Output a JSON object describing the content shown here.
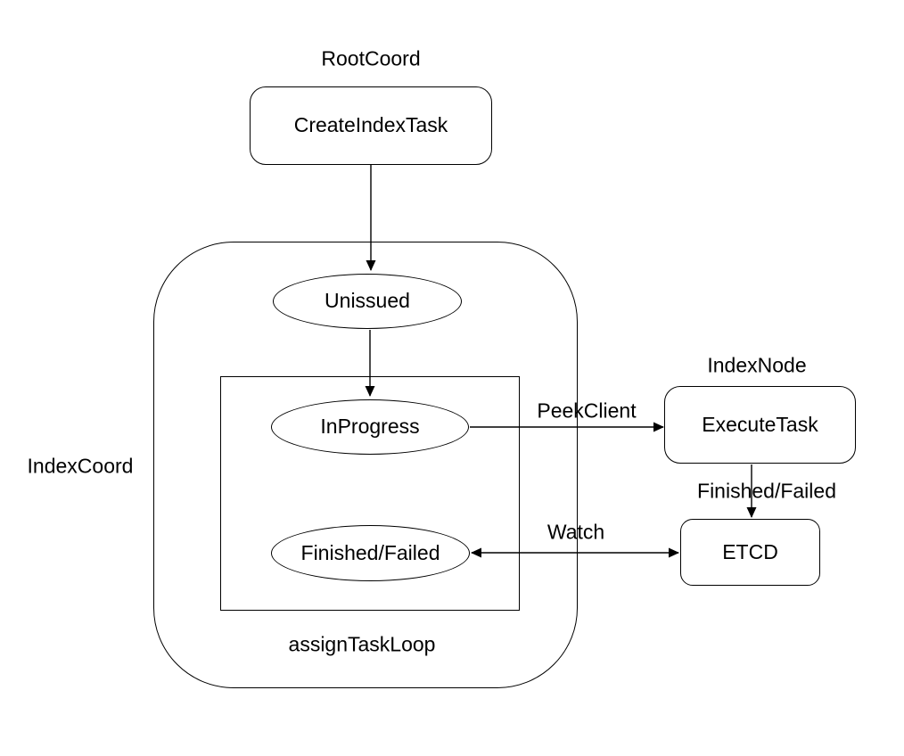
{
  "diagram": {
    "background_color": "#ffffff",
    "stroke_color": "#000000",
    "group_labels": {
      "root_coord": "RootCoord",
      "index_coord": "IndexCoord",
      "index_node": "IndexNode",
      "assign_task_loop": "assignTaskLoop"
    },
    "nodes": {
      "create_index_task": "CreateIndexTask",
      "unissued": "Unissued",
      "in_progress": "InProgress",
      "finished_failed": "Finished/Failed",
      "execute_task": "ExecuteTask",
      "etcd": "ETCD"
    },
    "edge_labels": {
      "peek_client": "PeekClient",
      "watch": "Watch",
      "finished_failed": "Finished/Failed"
    }
  }
}
